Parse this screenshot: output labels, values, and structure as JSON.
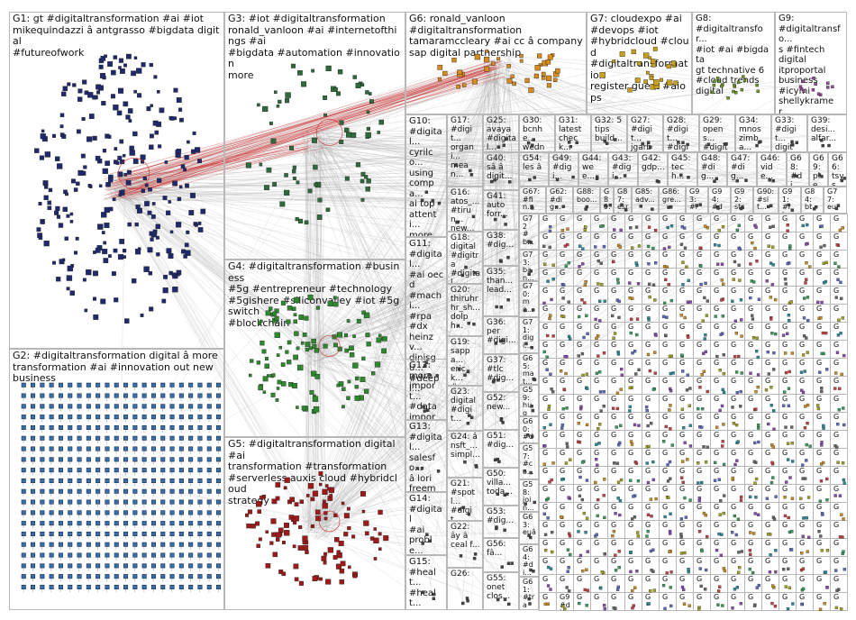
{
  "groups": [
    {
      "id": "G1",
      "label": "G1: gt #digitaltransformation #ai #iot\nmikequindazzi â antgrasso #bigdata digital\n#futureofwork",
      "color": "#1f2a6e"
    },
    {
      "id": "G2",
      "label": "G2: #digitaltransformation digital â more\ntransformation #ai #innovation out new\nbusiness",
      "color": "#3a6ea8"
    },
    {
      "id": "G3",
      "label": "G3: #iot #digitaltransformation\nronald_vanloon #ai #internetofthings #ai\n#bigdata #automation #innovation\nmore",
      "color": "#2e6b3a"
    },
    {
      "id": "G4",
      "label": "G4: #digitaltransformation #business\n#5g #entrepreneur #technology\n#5gishere #siliconvalley #iot #5gswitch\n#blockchain",
      "color": "#2c8a2c"
    },
    {
      "id": "G5",
      "label": "G5: #digitaltransformation digital #ai\ntransformation #transformation\n#serverless auxis cloud #hybridcloud\nstrategy",
      "color": "#a01818"
    },
    {
      "id": "G6",
      "label": "G6: ronald_vanloon\n#digitaltransformation\ntamaramccleary #ai cc â company\nsap digital partnership",
      "color": "#d88a1a"
    },
    {
      "id": "G7",
      "label": "G7: cloudexpo #ai\n#devops #iot\n#hybridcloud #cloud\n#digitaltransformation\nregister guest #aiops",
      "color": "#c9a01a"
    },
    {
      "id": "G8",
      "label": "G8:\n#digitaltransfor...\n#iot #ai #bigdata\ngt technative 6\n#cloud trends\ndigital",
      "color": "#6a9a1a"
    },
    {
      "id": "G9",
      "label": "G9:\n#digitaltransfo...\ns #fintech\ndigital\nitproportal\nbusiness\n#icymi\nshellykramer...",
      "color": "#9a4aa0"
    },
    {
      "id": "G10",
      "label": "G10:\n#digital...\ncyrilco...\nusing\ncompa...\nai top\nattenti...\nmore\ncustom...\n56",
      "color": "#444"
    },
    {
      "id": "G11",
      "label": "G11:\n#digital...\n#ai oecd\n#machi...\n#rpa\n#dx\nheinzv...\ndinisgu...\n#deepl...",
      "color": "#444"
    },
    {
      "id": "G12",
      "label": "G12:\nmore\nimport...\n#data\nimport...\n#datai...",
      "color": "#444"
    },
    {
      "id": "G13",
      "label": "G13:\n#digital...\nsalesfo...\nâ lori\nfreema...",
      "color": "#444"
    },
    {
      "id": "G14",
      "label": "G14:\n#digital\n#ai\nproble...\nsolve...",
      "color": "#444"
    },
    {
      "id": "G15",
      "label": "G15:\n#healt...\n#healt...\n#digital",
      "color": "#444"
    },
    {
      "id": "G16",
      "label": "G16:\natos_...\n#tirun...\nnew...",
      "color": "#444"
    },
    {
      "id": "G17",
      "label": "G17:\n#digit...\norgani...\nmean...",
      "color": "#444"
    },
    {
      "id": "G18",
      "label": "G18:\ndigital\n#digitra\n#digital",
      "color": "#444"
    },
    {
      "id": "G19",
      "label": "G19:\nsappa...\neric_k...\n#sapp...",
      "color": "#444"
    },
    {
      "id": "G20",
      "label": "G20:\nthiruhr\nhr_sh...\ndolph...",
      "color": "#444"
    },
    {
      "id": "G21",
      "label": "G21:\n#spotl...\n#digit...",
      "color": "#444"
    },
    {
      "id": "G22",
      "label": "G22:\nây â\nceal f...",
      "color": "#444"
    },
    {
      "id": "G23",
      "label": "G23:\ndigital\n#digit...",
      "color": "#444"
    },
    {
      "id": "G24",
      "label": "G24: â\nnsft_...\nsimpl...",
      "color": "#444"
    },
    {
      "id": "G25",
      "label": "G25:\navaya\n#digital...",
      "color": "#444"
    },
    {
      "id": "G26",
      "label": "G26:",
      "color": "#444"
    },
    {
      "id": "G27",
      "label": "G27:\n#digit...\njgarbe...",
      "color": "#444"
    },
    {
      "id": "G28",
      "label": "G28:\n#digit...\n#digit...",
      "color": "#444"
    },
    {
      "id": "G29",
      "label": "G29:\nopens...\n#digita...",
      "color": "#444"
    },
    {
      "id": "G30",
      "label": "G30:\nbcnhe...\nwedne...",
      "color": "#444"
    },
    {
      "id": "G31",
      "label": "G31:\nlatest\ncheck...",
      "color": "#444"
    },
    {
      "id": "G32",
      "label": "G32: 5\ntips\nbuild...",
      "color": "#444"
    },
    {
      "id": "G33",
      "label": "G33:\n#digit...\ndigita...",
      "color": "#444"
    },
    {
      "id": "G34",
      "label": "G34:\nmnos\nzimba...",
      "color": "#444"
    },
    {
      "id": "G35",
      "label": "G35:\nthan...\nlead...",
      "color": "#444"
    },
    {
      "id": "G36",
      "label": "G36:\nper\n#digi...",
      "color": "#444"
    },
    {
      "id": "G37",
      "label": "G37:\n#tlc\n#dig...",
      "color": "#444"
    },
    {
      "id": "G38",
      "label": "G38:\n#dig...",
      "color": "#444"
    },
    {
      "id": "G39",
      "label": "G39:\ndesi...\nalfar...",
      "color": "#444"
    },
    {
      "id": "G40",
      "label": "G40:\nsâ â\ndigit...",
      "color": "#444"
    },
    {
      "id": "G41",
      "label": "G41:\nauto\nforr...",
      "color": "#444"
    },
    {
      "id": "G42",
      "label": "G42:\ngdp...",
      "color": "#444"
    },
    {
      "id": "G43",
      "label": "G43:\n#digi...",
      "color": "#444"
    },
    {
      "id": "G44",
      "label": "G44:\nwee...",
      "color": "#444"
    },
    {
      "id": "G45",
      "label": "G45:\ntech...",
      "color": "#444"
    },
    {
      "id": "G46",
      "label": "G46:\nvide...",
      "color": "#444"
    },
    {
      "id": "G47",
      "label": "G47:\n#dig...",
      "color": "#444"
    },
    {
      "id": "G48",
      "label": "G48:\n#dig...",
      "color": "#444"
    },
    {
      "id": "G49",
      "label": "G49:\n#digi...",
      "color": "#444"
    },
    {
      "id": "G50",
      "label": "G50:\nvilla...\ntoda...",
      "color": "#444"
    },
    {
      "id": "G51",
      "label": "G51:\n#dig...",
      "color": "#444"
    },
    {
      "id": "G52",
      "label": "G52:\nnew...",
      "color": "#444"
    },
    {
      "id": "G53",
      "label": "G53:\n#dig...",
      "color": "#444"
    },
    {
      "id": "G54",
      "label": "G54:\nles â",
      "color": "#444"
    },
    {
      "id": "G55",
      "label": "G55:\nonet\nclos...",
      "color": "#444"
    },
    {
      "id": "G56",
      "label": "G56:\nfâ...",
      "color": "#444"
    },
    {
      "id": "G57",
      "label": "G57:\n#co...",
      "color": "#444"
    },
    {
      "id": "G58",
      "label": "G58:\njoin...",
      "color": "#444"
    },
    {
      "id": "G59",
      "label": "G59:\nhug",
      "color": "#444"
    },
    {
      "id": "G60",
      "label": "G60:\n#di...",
      "color": "#444"
    },
    {
      "id": "G61",
      "label": "G61:\n#tra",
      "color": "#444"
    },
    {
      "id": "G62",
      "label": "G62:\n#dig...",
      "color": "#444"
    },
    {
      "id": "G63",
      "label": "G63:\neuâ",
      "color": "#444"
    },
    {
      "id": "G64",
      "label": "G64:\n#di...",
      "color": "#444"
    },
    {
      "id": "G65",
      "label": "G65:\nmat...",
      "color": "#444"
    },
    {
      "id": "G66",
      "label": "G66:\ntsys...",
      "color": "#444"
    },
    {
      "id": "G67",
      "label": "G67:\n#fin...",
      "color": "#444"
    },
    {
      "id": "G68",
      "label": "G68:\n#di...",
      "color": "#444"
    },
    {
      "id": "G69",
      "label": "G69:\nple...",
      "color": "#444"
    },
    {
      "id": "G70",
      "label": "G70:\nma...",
      "color": "#444"
    },
    {
      "id": "G71",
      "label": "G71:\ndigi...",
      "color": "#444"
    },
    {
      "id": "G72",
      "label": "G72\n#b...",
      "color": "#444"
    },
    {
      "id": "G73",
      "label": "G73:\nban...",
      "color": "#444"
    },
    {
      "id": "G77",
      "label": "G77:\neu_...",
      "color": "#444"
    },
    {
      "id": "G84",
      "label": "G84:\nbtc...",
      "color": "#444"
    },
    {
      "id": "G85",
      "label": "G85:\nadv...",
      "color": "#444"
    },
    {
      "id": "G86",
      "label": "G86:\ngre...",
      "color": "#444"
    },
    {
      "id": "G87",
      "label": "G87:\nesri...",
      "color": "#444"
    },
    {
      "id": "G88",
      "label": "G88:\nboo...",
      "color": "#444"
    },
    {
      "id": "G89",
      "label": "G89:\nsco...",
      "color": "#444"
    },
    {
      "id": "G90",
      "label": "G90:\n#sit...",
      "color": "#444"
    },
    {
      "id": "G91",
      "label": "G91:\n#rh...",
      "color": "#444"
    },
    {
      "id": "G92",
      "label": "G92:\nstra...",
      "color": "#444"
    },
    {
      "id": "G93",
      "label": "G93:\n#ry...",
      "color": "#444"
    },
    {
      "id": "G94",
      "label": "G94:\n#di...",
      "color": "#444"
    }
  ],
  "small_grid_label": "G",
  "bottom_cell_label": "G9\n#di...",
  "colors": {
    "background": "#ffffff",
    "box_border": "#b8b8b8",
    "edge": "#9a9a9a",
    "edge_hot": "#cc2222",
    "label": "#111111"
  }
}
